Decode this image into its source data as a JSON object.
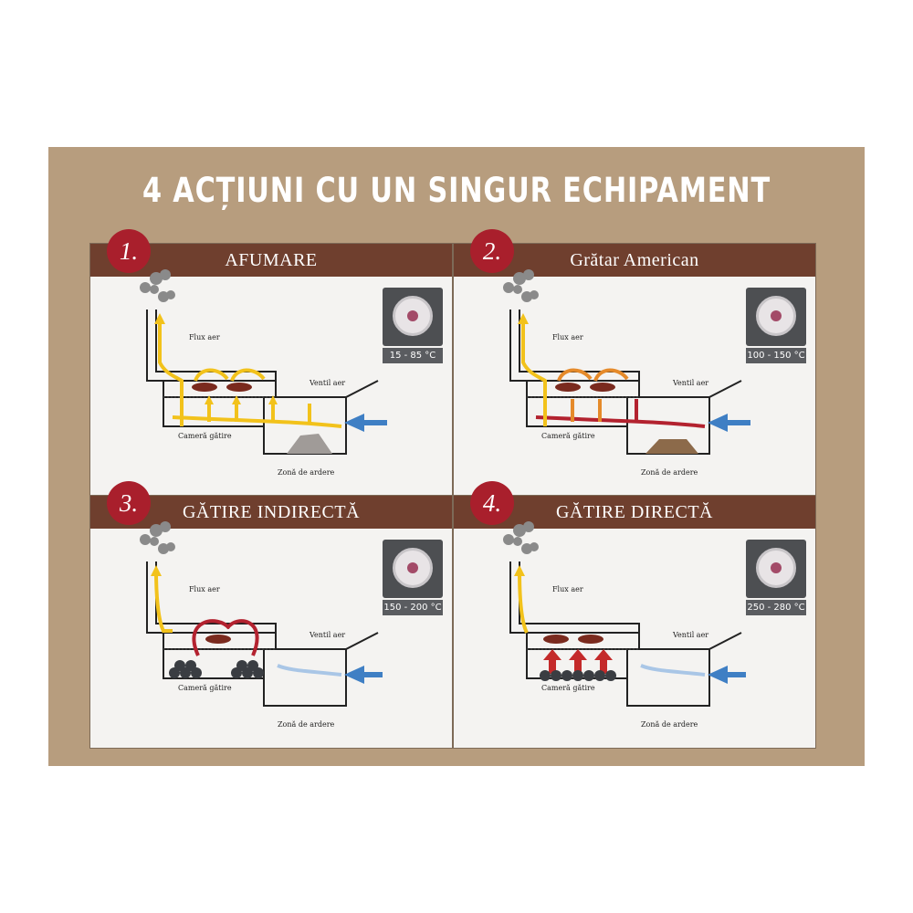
{
  "title": "4 ACȚIUNI CU UN SINGUR ECHIPAMENT",
  "panels": [
    {
      "number": "1.",
      "title": "AFUMARE",
      "temperature": "15 - 85 °C",
      "labels": {
        "air_flow": "Flux aer",
        "air_vent": "Ventil aer",
        "cooking_chamber": "Cameră gătire",
        "burn_zone": "Zonă de ardere"
      },
      "colors": {
        "flow": "#f2c21b",
        "flow_dark": "#e0a018"
      }
    },
    {
      "number": "2.",
      "title": "Grătar American",
      "temperature": "100 - 150 °C",
      "labels": {
        "air_flow": "Flux aer",
        "air_vent": "Ventil aer",
        "cooking_chamber": "Cameră gătire",
        "burn_zone": "Zonă de ardere"
      },
      "colors": {
        "flow": "#e58a2a",
        "flow_dark": "#b3222f"
      }
    },
    {
      "number": "3.",
      "title": "GĂTIRE INDIRECTĂ",
      "temperature": "150 - 200 °C",
      "labels": {
        "air_flow": "Flux aer",
        "air_vent": "Ventil aer",
        "cooking_chamber": "Cameră gătire",
        "burn_zone": "Zonă de ardere"
      },
      "colors": {
        "flow": "#f2c21b",
        "flow_dark": "#b3222f"
      }
    },
    {
      "number": "4.",
      "title": "GĂTIRE DIRECTĂ",
      "temperature": "250 - 280 °C",
      "labels": {
        "air_flow": "Flux aer",
        "air_vent": "Ventil aer",
        "cooking_chamber": "Cameră gătire",
        "burn_zone": "Zonă de ardere"
      },
      "colors": {
        "flow": "#f2c21b",
        "flow_dark": "#c42a2a"
      }
    }
  ],
  "colors": {
    "board": "#b79d7e",
    "header": "#6f3f2e",
    "badge": "#a91f2c",
    "inlet_arrow": "#3f7fc4"
  }
}
